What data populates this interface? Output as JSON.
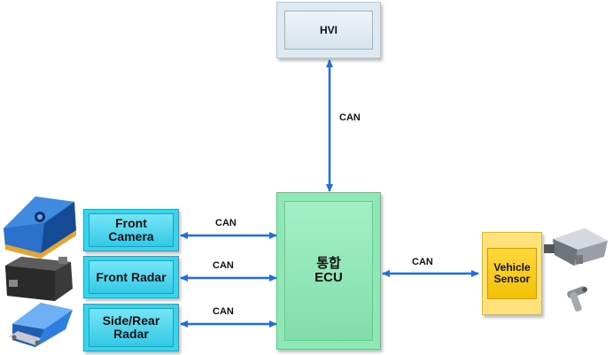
{
  "nodes": {
    "hvi": "HVI",
    "ecu": [
      "통합",
      "ECU"
    ],
    "front_camera": [
      "Front",
      "Camera"
    ],
    "front_radar": "Front Radar",
    "side_rear_radar": [
      "Side/Rear",
      "Radar"
    ],
    "vehicle_sensor": [
      "Vehicle",
      "Sensor"
    ]
  },
  "links": {
    "hvi_ecu": "CAN",
    "front_camera_ecu": "CAN",
    "front_radar_ecu": "CAN",
    "side_rear_radar_ecu": "CAN",
    "ecu_vehicle_sensor": "CAN"
  },
  "colors": {
    "arrow": "#1f6fe0",
    "hvi": "#dfe9f1",
    "ecu": "#8fe7b5",
    "sensor_boxes": "#39d3ee",
    "vehicle_sensor": "#f3c006"
  },
  "icons": [
    "camera-module-icon",
    "radar-module-icon",
    "side-radar-module-icon",
    "ecu-module-icon",
    "speed-sensor-icon"
  ]
}
